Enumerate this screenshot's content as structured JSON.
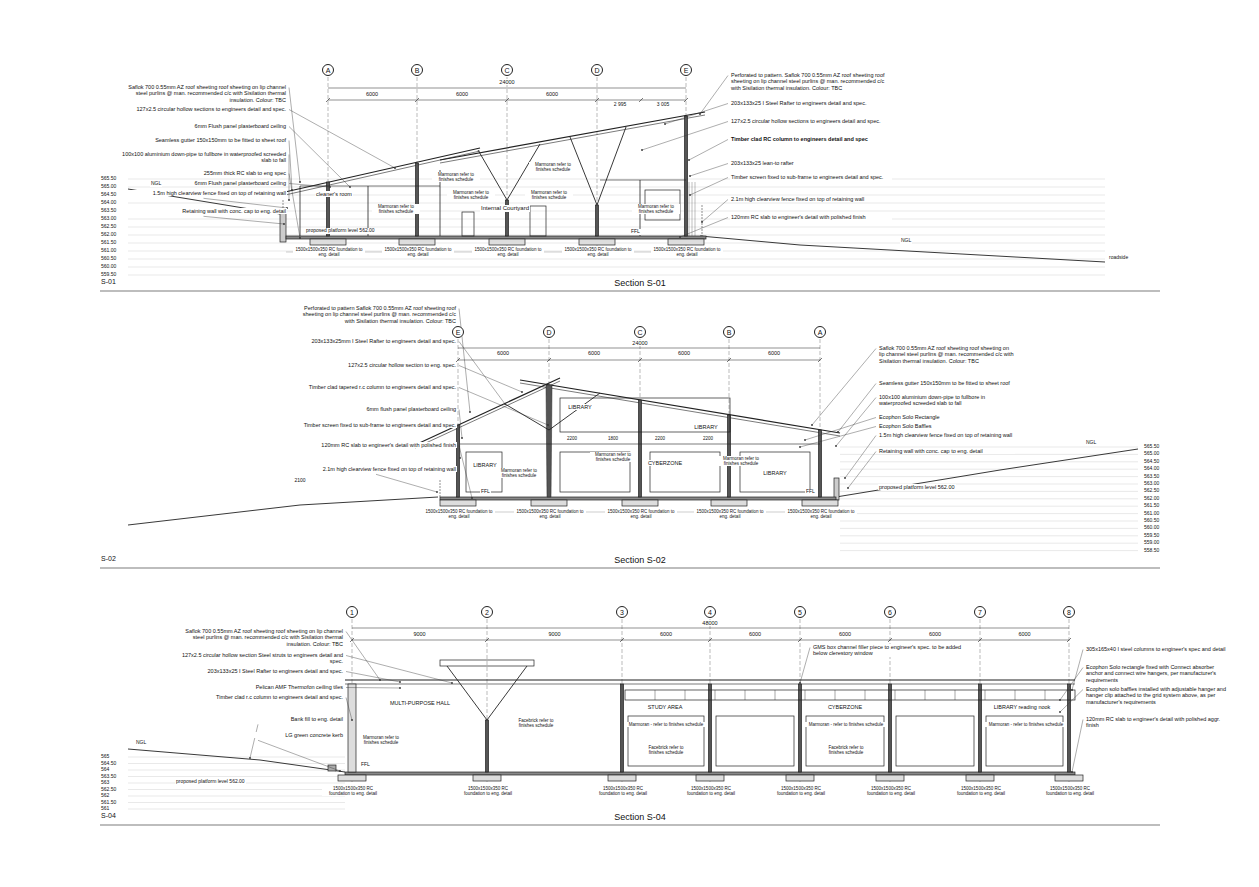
{
  "diagram": {
    "nodes": [
      {
        "text": [
          "A"
        ]
      },
      {
        "text": [
          "B"
        ]
      },
      {
        "text": [
          "C"
        ]
      },
      {
        "text": [
          "D"
        ]
      },
      {
        "text": [
          "E"
        ]
      },
      {
        "text": [
          "E"
        ]
      },
      {
        "text": [
          "D"
        ]
      },
      {
        "text": [
          "C"
        ]
      },
      {
        "text": [
          "B"
        ]
      },
      {
        "text": [
          "A"
        ]
      },
      {
        "text": [
          "1"
        ]
      },
      {
        "text": [
          "2"
        ]
      },
      {
        "text": [
          "3"
        ]
      },
      {
        "text": [
          "4"
        ]
      },
      {
        "text": [
          "5"
        ]
      },
      {
        "text": [
          "6"
        ]
      },
      {
        "text": [
          "7"
        ]
      },
      {
        "text": [
          "8"
        ]
      }
    ],
    "labels": [
      "S-01",
      "Section S-01",
      "24000",
      "6000",
      "6000",
      "6000",
      "2 995",
      "3 005",
      "Saflok 700 0.55mm AZ roof sheeting roof sheeting on lip channel steel purlins @ man. recommended c/c with Sisilation thermal insulation. Colour: TBC",
      "127x2.5 circular hollow sections to engineers detail and spec.",
      "6mm Flush panel plasterboard ceiling",
      "Seamless gutter 150x150mm to be fitted to sheet roof",
      "100x100 aluminium down-pipe to fullbore in waterproofed screeded slab to fall",
      "255mm thick RC slab to eng spec",
      "6mm Flush panel plasterboard ceiling",
      "1.5m high clearview fence fixed on top of retaining wall",
      "Retaining wall with conc. cap to eng. detail",
      "565.50",
      "565.00",
      "564.50",
      "564.00",
      "563.50",
      "563.00",
      "562.50",
      "562.00",
      "561.50",
      "561.00",
      "560.50",
      "560.00",
      "559.50",
      "NGL",
      "FFL",
      "NGL",
      "proposed platform level 562.00",
      "roadside",
      "cleaner's room",
      "Internal Courtyard",
      "Marmoran refer to finishes schedule",
      "Marmoran refer to finishes schedule",
      "Marmoran refer to finishes schedule",
      "Marmoran refer to finishes schedule",
      "Marmoran refer to finishes schedule",
      "Marmoran refer to finishes schedule",
      "1500x1500x350 RC foundation to eng. detail",
      "1500x1500x350 RC foundation to eng. detail",
      "1500x1500x350 RC foundation to eng. detail",
      "1500x1500x350 RC foundation to eng. detail",
      "1500x1500x350 RC foundation to eng. detail",
      "Perforated to pattern. Saflok 700 0.55mm AZ roof sheeting roof sheeting on lip channel steel purlins @ man. recommended c/c with Sisilation thermal insulation. Colour: TBC",
      "203x133x25 I Steel Rafter to engineers detail and spec.",
      "127x2.5 circular hollow sections to engineers detail and spec.",
      "Timber clad RC column to engineers detail and spec",
      "203x133x25 lean-to rafter",
      "Timber screen fixed to sub-frame to engineers detail and spec.",
      "2.1m high clearview fence fixed on top of retaining wall",
      "120mm RC slab to engineer's detail with polished finish",
      "S-02",
      "Section S-02",
      "24000",
      "6000",
      "6000",
      "6000",
      "6000",
      "Perforated to pattern Saflok 700 0.55mm AZ roof sheeting roof sheeting on lip channel steel purlins @ man. recommended c/c with Sisilation thermal insulation. Colour: TBC",
      "203x133x25mm I Steel Rafter to engineers detail and spec.",
      "127x2.5 circular hollow section to eng. spec.",
      "Timber clad tapered r.c column to engineers detail and spec.",
      "6mm flush panel plasterboard ceiling",
      "Timber screen fixed to sub-frame to engineers detail and spec.",
      "120mm RC slab to engineer's detail with polished finish",
      "2.1m high clearview fence fixed on top of retaining wall",
      "Saflok 700 0.55mm AZ roof sheeting roof sheeting on lip channel steel purlins @ man. recommended c/c with Sisilation thermal insulation. Colour: TBC",
      "Seamless gutter 150x150mm to be fitted to sheet roof",
      "100x100 aluminium down-pipe to fullbore in waterproofed screeded slab to fall",
      "Ecophon Solo Rectangle",
      "Ecophon Solo Baffles",
      "1.5m high clearview fence fixed on top of retaining wall",
      "Retaining wall with conc. cap to eng. detail",
      "proposed platform level 562.00",
      "NGL",
      "FFL",
      "FFL",
      "LIBRARY",
      "LIBRARY",
      "LIBRARY",
      "CYBERZONE",
      "LIBRARY",
      "2200",
      "1800",
      "2200",
      "2200",
      "Marmoran refer to finishes schedule",
      "Marmoran refer to finishes schedule",
      "Marmoran refer to finishes schedule",
      "1500x1500x350 RC foundation to eng. detail",
      "1500x1500x350 RC foundation to eng. detail",
      "1500x1500x350 RC foundation to eng. detail",
      "1500x1500x350 RC foundation to eng. detail",
      "1500x1500x350 RC foundation to eng. detail",
      "565.50",
      "565.00",
      "564.50",
      "564.00",
      "563.50",
      "563.00",
      "562.50",
      "562.00",
      "561.50",
      "561.00",
      "560.50",
      "560.00",
      "559.50",
      "559.00",
      "558.50",
      "2100",
      "S-04",
      "Section S-04",
      "48000",
      "9000",
      "9000",
      "6000",
      "6000",
      "6000",
      "6000",
      "6000",
      "Saflok 700 0.55mm AZ roof sheeting roof sheeting on lip channel steel purlins @ man. recommended c/c with Sisilation thermal insulation. Colour: TBC",
      "127x2.5 circular hollow section Steel struts to engineers detail and spec.",
      "203x133x25 I Steel Rafter to engineers detail and spec.",
      "Pelican AMF Thermofon ceiling tiles",
      "Timber clad r.c column to engineers detail and spec.",
      "Bank fill to eng. detail",
      "LG green concrete kerb",
      "565",
      "564.50",
      "564",
      "563.50",
      "563",
      "562.50",
      "562",
      "561.50",
      "561",
      "NGL",
      "FFL",
      "proposed platform level 562.00",
      "MULTI-PURPOSE HALL",
      "STUDY AREA",
      "CYBERZONE",
      "LIBRARY reading nook",
      "Marmoran refer to finishes schedule",
      "Facebrick refer to finishes schedule",
      "Marmoran - refer to finishes schedule",
      "Marmoran - refer to finishes schedule",
      "Marmoran - refer to finishes schedule",
      "Facebrick refer to finishes schedule",
      "Facebrick refer to finishes schedule",
      "1500x1500x350 RC foundation to eng. detail",
      "1500x1500x350 RC foundation to eng. detail",
      "1500x1500x350 RC foundation to eng. detail",
      "1500x1500x350 RC foundation to eng. detail",
      "1500x1500x350 RC foundation to eng. detail",
      "1500x1500x350 RC foundation to eng. detail",
      "1500x1500x350 RC foundation to eng. detail",
      "1500x1500x350 RC foundation to eng. detail",
      "GMS box channel filler piece to engineer's spec. to be added below clerestory window",
      "305x165x40 I steel columns to engineer's spec and detail",
      "Ecophon Solo rectangle fixed with Connect absorber anchor and connect wire hangers, per manufacturer's requirements",
      "Ecophon solo baffles installed with adjustable hanger and hanger clip attached to the grid system above, as per manufacturer's requirements",
      "120mm RC slab to engineer's detail with polished aggr. finish"
    ]
  }
}
